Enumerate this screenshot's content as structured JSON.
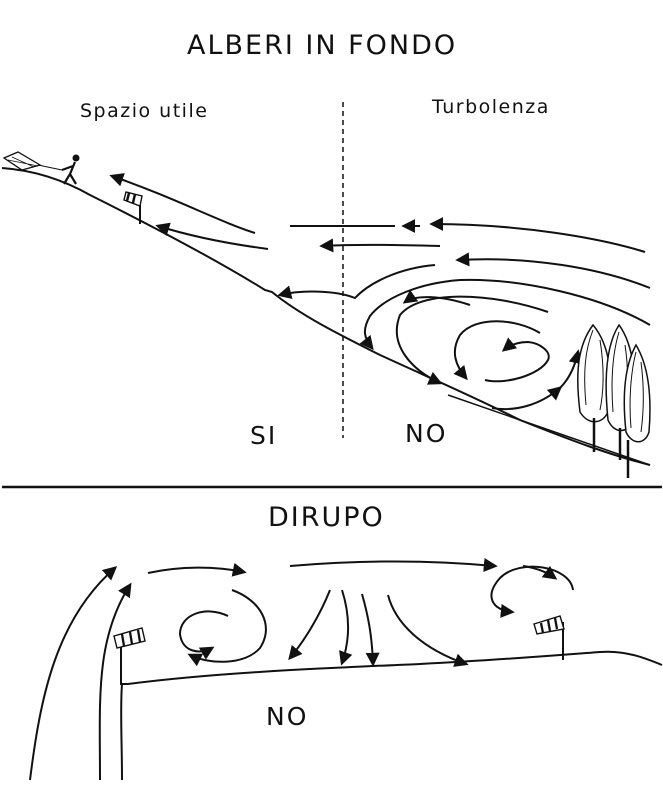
{
  "top_panel": {
    "title": "ALBERI IN FONDO",
    "left_label": "Spazio utile",
    "right_label": "Turbolenza",
    "verdict_left": "SI",
    "verdict_right": "NO"
  },
  "bottom_panel": {
    "title": "DIRUPO",
    "verdict": "NO"
  },
  "colors": {
    "ink": "#111111",
    "background": "#ffffff",
    "windsock_stripe": "#d0d0d0"
  },
  "icons": [
    "paraglider-pilot-icon",
    "windsock-icon",
    "cypress-tree-icon",
    "wind-arrow-icon"
  ]
}
